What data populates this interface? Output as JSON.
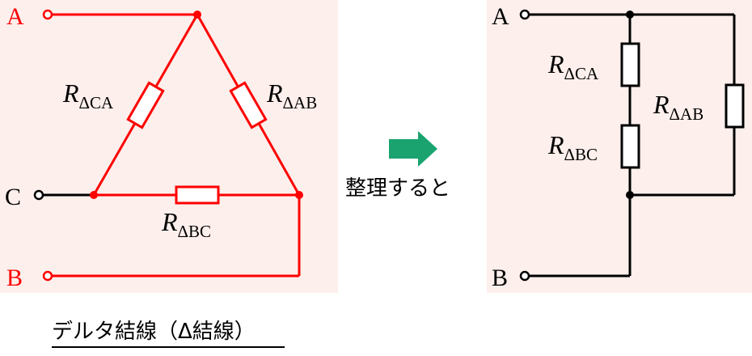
{
  "left_diagram": {
    "terminals": {
      "a": "A",
      "b": "B",
      "c": "C"
    },
    "resistors": {
      "ca": {
        "main": "R",
        "sub": "ΔCA"
      },
      "ab": {
        "main": "R",
        "sub": "ΔAB"
      },
      "bc": {
        "main": "R",
        "sub": "ΔBC"
      }
    },
    "caption": "デルタ結線（Δ結線）"
  },
  "arrow": {
    "label": "整理すると"
  },
  "right_diagram": {
    "terminals": {
      "a": "A",
      "b": "B"
    },
    "resistors": {
      "ca": {
        "main": "R",
        "sub": "ΔCA"
      },
      "bc": {
        "main": "R",
        "sub": "ΔBC"
      },
      "ab": {
        "main": "R",
        "sub": "ΔAB"
      }
    }
  },
  "colors": {
    "panel_bg": "#fdefec",
    "delta_wire": "#ff0000",
    "wire": "#000000",
    "arrow": "#1aa36f"
  }
}
